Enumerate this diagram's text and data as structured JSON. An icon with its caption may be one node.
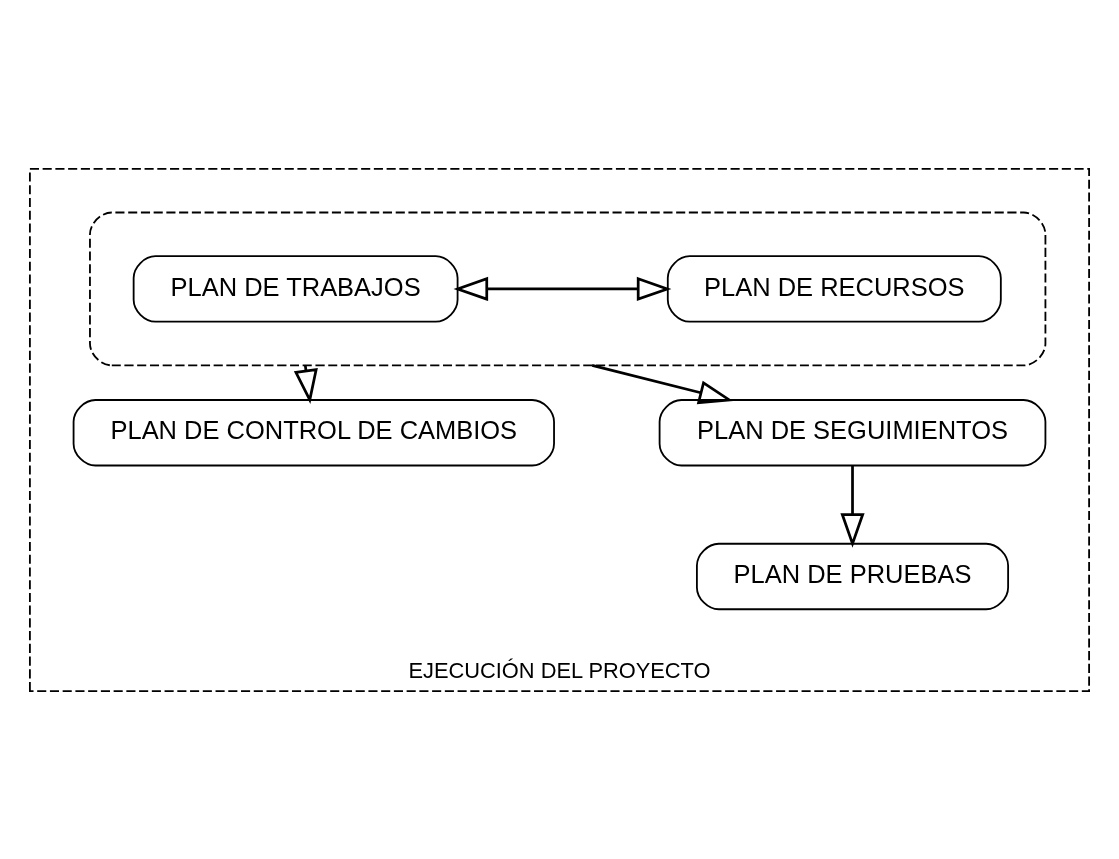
{
  "diagram": {
    "nodes": [
      {
        "text": [
          "EJECUCIÓN DEL PROYECTO"
        ]
      },
      {
        "text": [],
        "shape": "box",
        "in": 0
      },
      {
        "text": [
          "PLAN DE TRABAJOS"
        ],
        "in": 1
      },
      {
        "text": [
          "PLAN DE RECURSOS"
        ],
        "in": 1
      },
      {
        "text": [
          "PLAN DE CONTROL DE CAMBIOS"
        ],
        "in": 0
      },
      {
        "text": [
          "PLAN DE SEGUIMIENTOS"
        ],
        "in": 0
      },
      {
        "text": [
          "PLAN DE PRUEBAS"
        ],
        "in": 0
      }
    ],
    "edges": [
      {
        "from": 2,
        "to": 3,
        "arrow": "both"
      },
      {
        "from": 1,
        "to": 5,
        "arrow": "to"
      },
      {
        "from": 1,
        "to": 4,
        "arrow": "to"
      },
      {
        "from": 5,
        "to": 6,
        "arrow": "to"
      }
    ]
  }
}
